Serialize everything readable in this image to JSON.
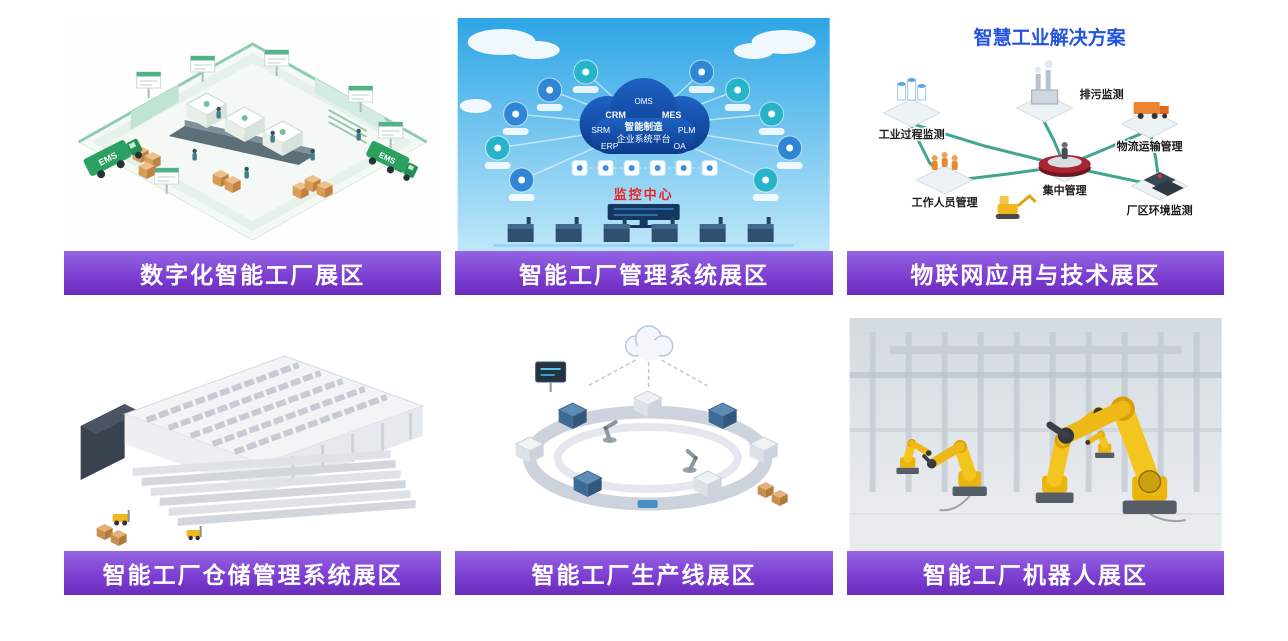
{
  "cards": [
    {
      "id": "digital-factory",
      "banner": "数字化智能工厂展区",
      "truck_label": "EMS"
    },
    {
      "id": "management-system",
      "banner": "智能工厂管理系统展区",
      "platform": {
        "oms": "OMS",
        "crm": "CRM",
        "mes": "MES",
        "srm": "SRM",
        "plm": "PLM",
        "erp": "ERP",
        "oa": "OA",
        "name_line1": "智能制造",
        "name_line2": "企业系统平台"
      },
      "monitor_label": "监控中心"
    },
    {
      "id": "iot-technology",
      "banner": "物联网应用与技术展区",
      "title": "智慧工业解决方案",
      "nodes": {
        "process": "工业过程监测",
        "pollution": "排污监测",
        "logistics": "物流运输管理",
        "staff": "工作人员管理",
        "central": "集中管理",
        "environment": "厂区环境监测"
      }
    },
    {
      "id": "warehouse",
      "banner": "智能工厂仓储管理系统展区"
    },
    {
      "id": "production-line",
      "banner": "智能工厂生产线展区"
    },
    {
      "id": "robots",
      "banner": "智能工厂机器人展区"
    }
  ],
  "colors": {
    "banner_top": "#9565e2",
    "banner_bottom": "#7a3bd0",
    "banner_edge": "#6a2cba",
    "accent_red": "#e8262a",
    "title_blue": "#2254e0"
  }
}
